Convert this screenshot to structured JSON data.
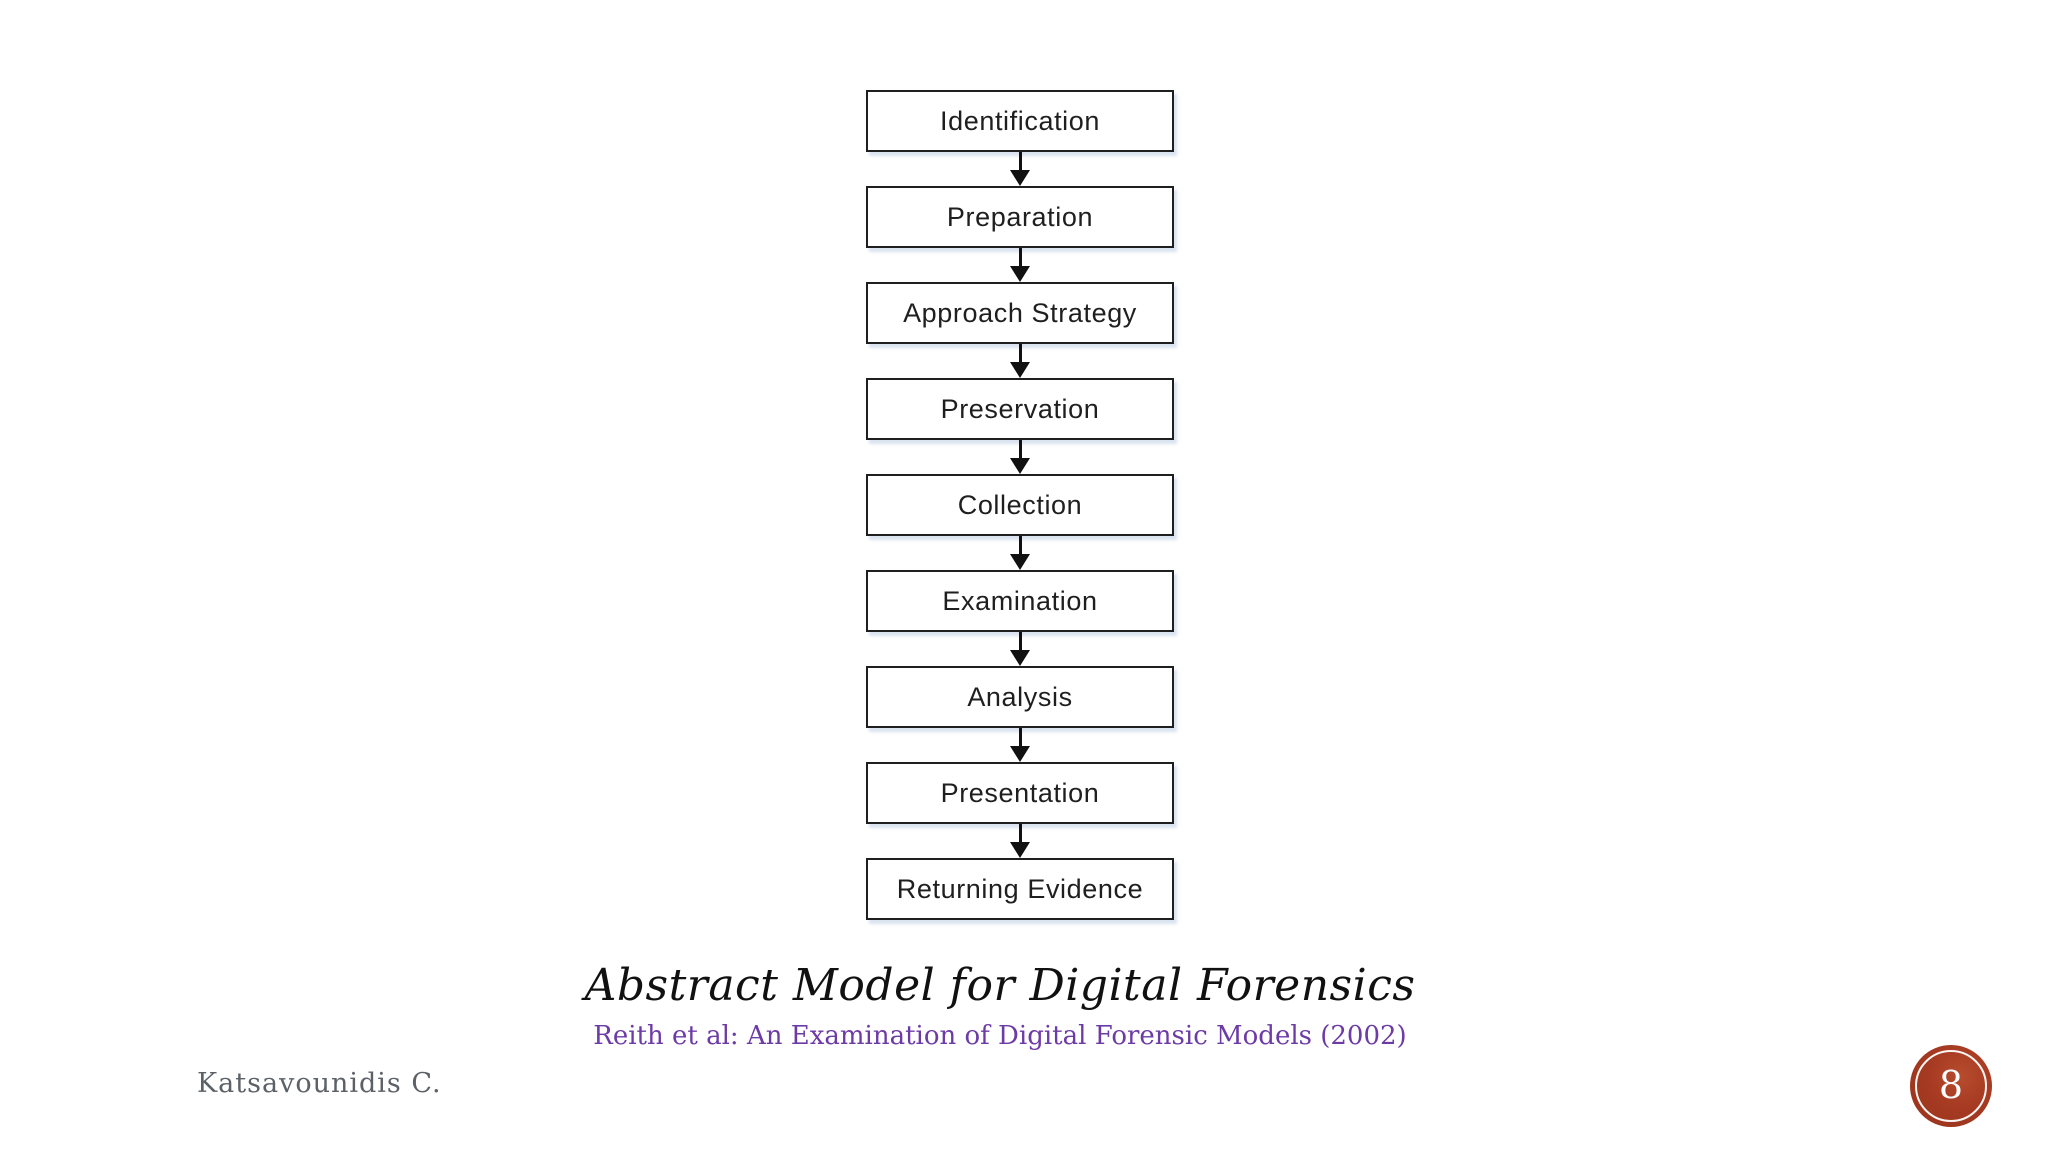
{
  "slide": {
    "title": "Abstract Model for Digital Forensics",
    "citation": "Reith et al: An Examination of Digital Forensic Models (2002)",
    "author": "Katsavounidis C.",
    "page_number": "8"
  },
  "flowchart": {
    "connector": "down-arrow",
    "steps": [
      {
        "label": "Identification"
      },
      {
        "label": "Preparation"
      },
      {
        "label": "Approach Strategy"
      },
      {
        "label": "Preservation"
      },
      {
        "label": "Collection"
      },
      {
        "label": "Examination"
      },
      {
        "label": "Analysis"
      },
      {
        "label": "Presentation"
      },
      {
        "label": "Returning Evidence"
      }
    ]
  },
  "colors": {
    "background": "#ffffff",
    "box_fill": "#ffffff",
    "box_border": "#1f1f1f",
    "box_text": "#1f1f1f",
    "arrow": "#111111",
    "title_text": "#111111",
    "citation_purple": "#6c3ba6",
    "author_gray": "#5b6167",
    "badge_red": "#a63a22",
    "badge_text": "#ffffff"
  }
}
